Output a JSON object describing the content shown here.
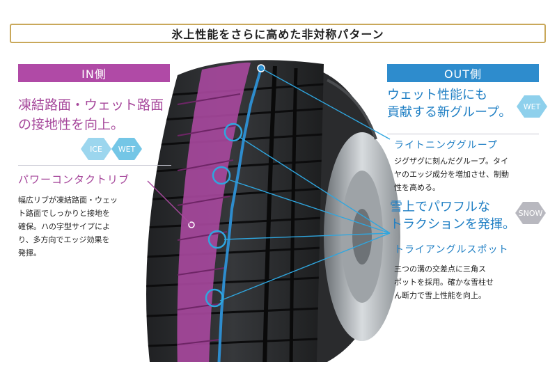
{
  "title": "氷上性能をさらに高めた非対称パターン",
  "in_side": {
    "header": "IN側",
    "lead_line1": "凍結路面・ウェット路面",
    "lead_line2": "の接地性を向上。",
    "badges": [
      "ICE",
      "WET"
    ],
    "sub_heading": "パワーコンタクトリブ",
    "body": [
      "幅広リブが凍結路面・ウェッ",
      "ト路面でしっかりと接地を",
      "確保。ハの字型サイプによ",
      "り、多方向でエッジ効果を",
      "発揮。"
    ]
  },
  "out_side": {
    "header": "OUT側",
    "lead_line1": "ウェット性能にも",
    "lead_line2": "貢献する新グループ。",
    "badge": "WET",
    "sub_heading1": "ライトニンググループ",
    "body1": [
      "ジグザグに刻んだグループ。タイ",
      "ヤのエッジ成分を増加させ、制動",
      "性を高める。"
    ],
    "snow_lead_line1": "雪上でパワフルな",
    "snow_lead_line2": "トラクションを発揮。",
    "snow_badge": "SNOW",
    "sub_heading2": "トライアングルスポット",
    "body2": [
      "三つの溝の交差点に三角ス",
      "ポットを採用。確かな雪柱せ",
      "ん断力で雪上性能を向上。"
    ]
  },
  "colors": {
    "in_accent": "#b04aa6",
    "out_accent": "#2e8ccd",
    "title_border": "#c9a85a"
  }
}
